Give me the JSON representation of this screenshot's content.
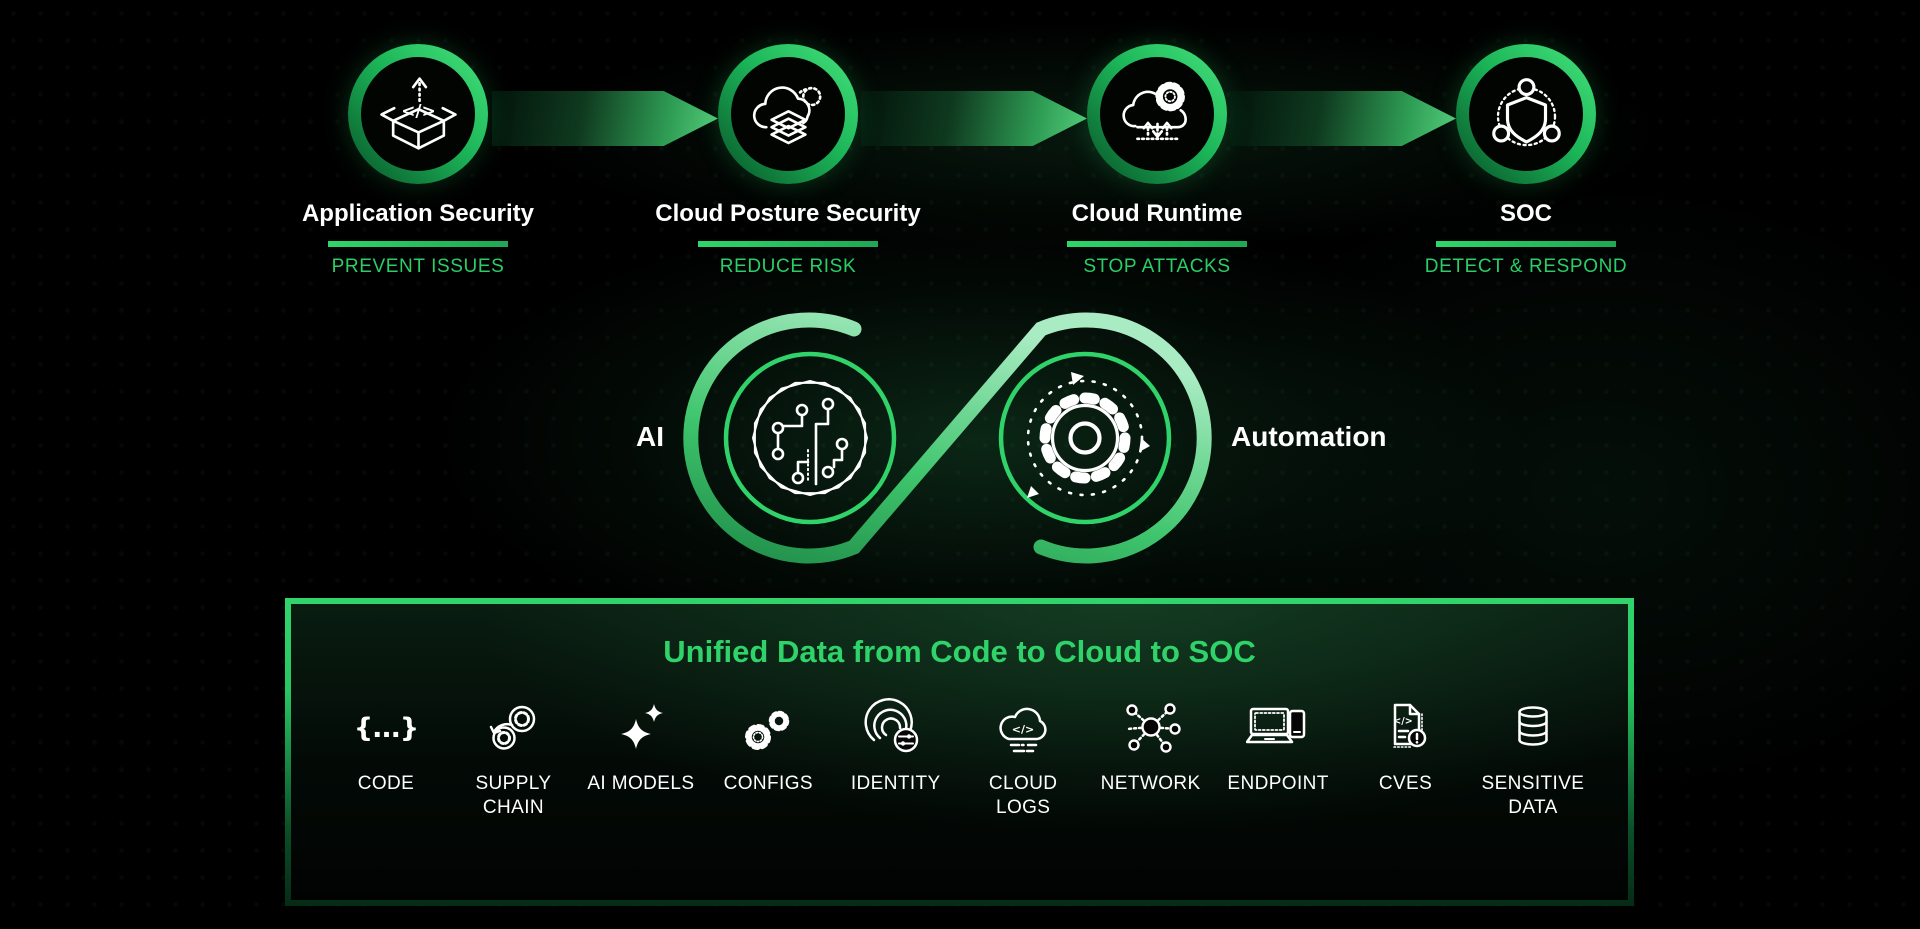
{
  "pipeline": {
    "stages": [
      {
        "title": "Application Security",
        "sublabel": "PREVENT ISSUES",
        "icon": "app-security-box-icon"
      },
      {
        "title": "Cloud Posture Security",
        "sublabel": "REDUCE RISK",
        "icon": "cloud-posture-layers-icon"
      },
      {
        "title": "Cloud Runtime",
        "sublabel": "STOP ATTACKS",
        "icon": "cloud-runtime-gear-icon"
      },
      {
        "title": "SOC",
        "sublabel": "DETECT & RESPOND",
        "icon": "soc-shield-icon"
      }
    ]
  },
  "loop": {
    "left_label": "AI",
    "right_label": "Automation",
    "left_icon": "ai-chip-icon",
    "right_icon": "automation-gear-icon"
  },
  "unified": {
    "title": "Unified Data from Code to Cloud to SOC",
    "items": [
      {
        "label": "CODE",
        "icon": "code-braces-icon"
      },
      {
        "label": "SUPPLY CHAIN",
        "icon": "supply-chain-gears-icon"
      },
      {
        "label": "AI MODELS",
        "icon": "ai-models-sparkles-icon"
      },
      {
        "label": "CONFIGS",
        "icon": "configs-gears-icon"
      },
      {
        "label": "IDENTITY",
        "icon": "identity-fingerprint-icon"
      },
      {
        "label": "CLOUD LOGS",
        "icon": "cloud-logs-icon"
      },
      {
        "label": "NETWORK",
        "icon": "network-nodes-icon"
      },
      {
        "label": "ENDPOINT",
        "icon": "endpoint-devices-icon"
      },
      {
        "label": "CVES",
        "icon": "cves-document-icon"
      },
      {
        "label": "SENSITIVE DATA",
        "icon": "sensitive-data-database-icon"
      }
    ]
  },
  "colors": {
    "background": "#000000",
    "accent_green": "#2fd36a",
    "ring_green_bright": "#43df79",
    "ring_green_dark": "#0a5c2c",
    "sublabel_green": "#2bce66",
    "text_white": "#ffffff"
  }
}
